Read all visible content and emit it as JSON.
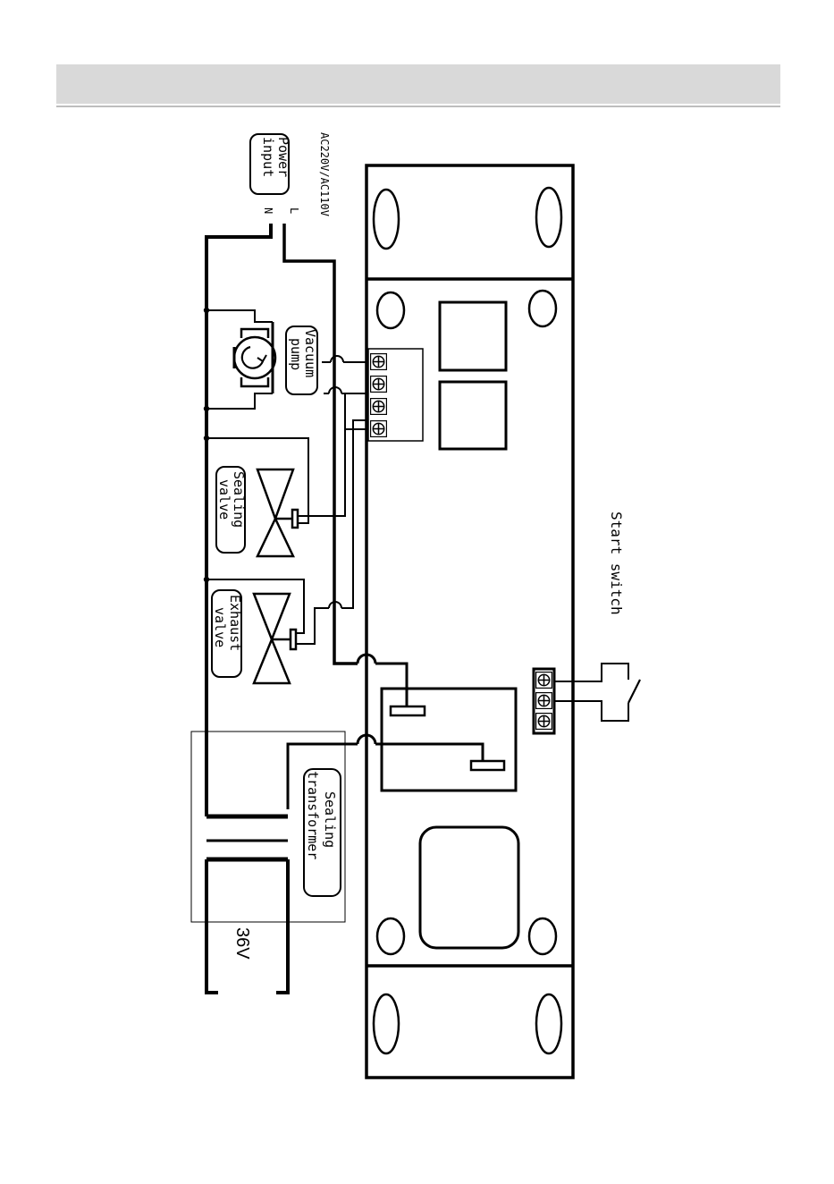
{
  "labels": {
    "power_input": [
      "Power",
      "input"
    ],
    "voltage": "AC220V/AC110V",
    "line_l": "L",
    "line_n": "N",
    "vacuum_pump": [
      "Vacuum",
      "pump"
    ],
    "sealing_valve": [
      "Sealing",
      "valve"
    ],
    "exhaust_valve": [
      "Exhaust",
      "valve"
    ],
    "sealing_transformer": [
      "Sealing",
      "transformer"
    ],
    "secondary_voltage": "36V",
    "start_switch": "Start switch"
  },
  "colors": {
    "line": "#000000",
    "header": "#d9d9d9",
    "paper": "#ffffff"
  }
}
